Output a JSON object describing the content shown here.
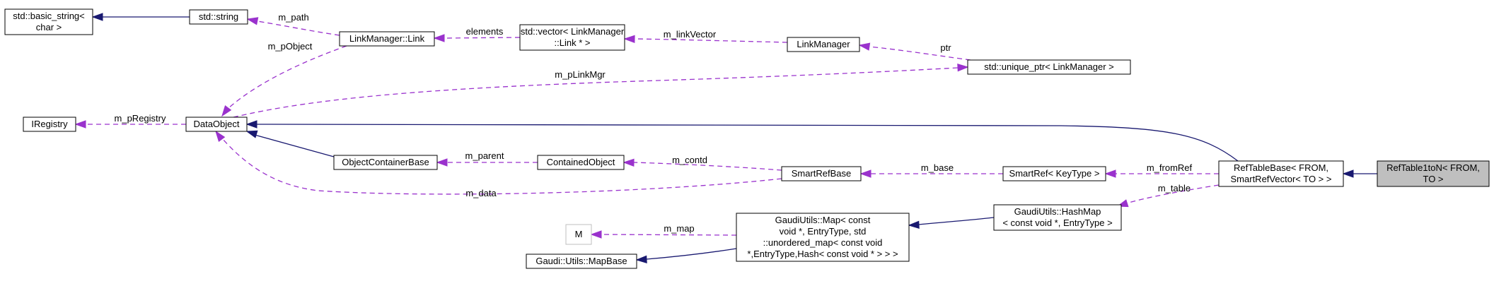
{
  "nodes": {
    "basic_string": [
      "std::basic_string<",
      "char >"
    ],
    "std_string": [
      "std::string"
    ],
    "link": [
      "LinkManager::Link"
    ],
    "vector": [
      "std::vector< LinkManager",
      "::Link * >"
    ],
    "linkmanager": [
      "LinkManager"
    ],
    "unique_ptr": [
      "std::unique_ptr< LinkManager >"
    ],
    "iregistry": [
      "IRegistry"
    ],
    "dataobject": [
      "DataObject"
    ],
    "objcontainer": [
      "ObjectContainerBase"
    ],
    "contained": [
      "ContainedObject"
    ],
    "smartrefbase": [
      "SmartRefBase"
    ],
    "smartref": [
      "SmartRef< KeyType >"
    ],
    "reftablebase": [
      "RefTableBase< FROM,",
      "SmartRefVector< TO > >"
    ],
    "reftable1ton": [
      "RefTable1toN< FROM,",
      "TO >"
    ],
    "m": [
      "M"
    ],
    "gaudimap": [
      "GaudiUtils::Map< const",
      " void *, EntryType, std",
      "::unordered_map< const void",
      " *,EntryType,Hash< const void * > > >"
    ],
    "hashmap": [
      "GaudiUtils::HashMap",
      "< const void *, EntryType >"
    ],
    "mapbase": [
      "Gaudi::Utils::MapBase"
    ]
  },
  "edge_labels": {
    "m_path": "m_path",
    "elements": "elements",
    "m_linkVector": "m_linkVector",
    "ptr": "ptr",
    "m_pObject": "m_pObject",
    "m_pLinkMgr": "m_pLinkMgr",
    "m_pRegistry": "m_pRegistry",
    "m_parent": "m_parent",
    "m_contd": "m_contd",
    "m_base": "m_base",
    "m_fromRef": "m_fromRef",
    "m_data": "m_data",
    "m_table": "m_table",
    "m_map": "m_map"
  }
}
